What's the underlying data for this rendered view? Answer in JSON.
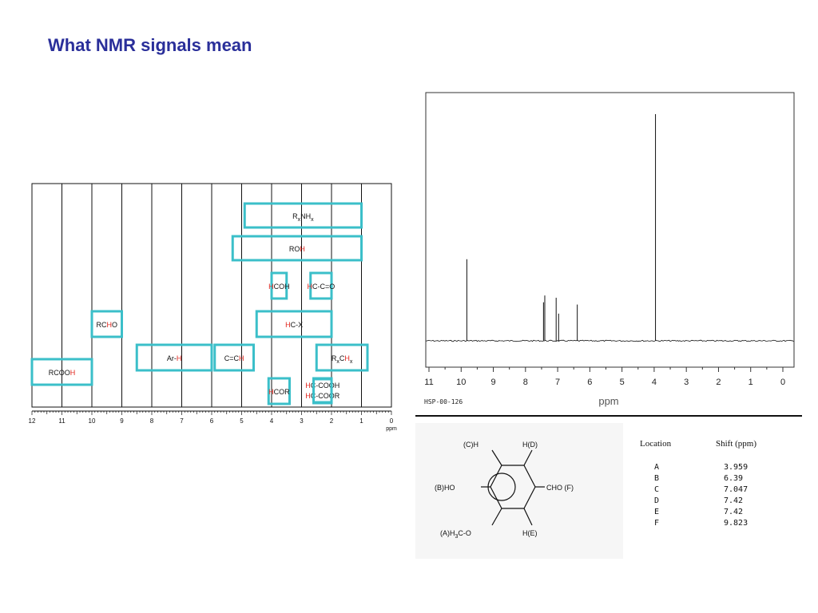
{
  "title": "What NMR signals mean",
  "correlation_chart": {
    "x_axis": {
      "unit": "ppm",
      "ticks": [
        "12",
        "11",
        "10",
        "9",
        "8",
        "7",
        "6",
        "5",
        "4",
        "3",
        "2",
        "1",
        "0"
      ]
    },
    "groups": [
      {
        "label_parts": [
          "R",
          "x",
          "NH",
          "x",
          ""
        ],
        "label_kind": "rnh",
        "range_ppm": [
          4.9,
          1.0
        ]
      },
      {
        "label_parts": [
          "RO",
          "H"
        ],
        "label_kind": "roh",
        "range_ppm": [
          5.3,
          1.0
        ]
      },
      {
        "label_parts": [
          "H",
          "COH"
        ],
        "label_kind": "h_first",
        "range_ppm": [
          4.0,
          3.5
        ]
      },
      {
        "label_parts": [
          "H",
          "C-C=O"
        ],
        "label_kind": "h_first",
        "range_ppm": [
          2.7,
          2.0
        ]
      },
      {
        "label_parts": [
          "RC",
          "H",
          "O"
        ],
        "label_kind": "mid_h",
        "range_ppm": [
          10.0,
          9.0
        ]
      },
      {
        "label_parts": [
          "H",
          "C-X"
        ],
        "label_kind": "h_first",
        "range_ppm": [
          4.5,
          2.0
        ]
      },
      {
        "label_parts": [
          "Ar-",
          "H"
        ],
        "label_kind": "end_h",
        "range_ppm": [
          8.5,
          6.0
        ]
      },
      {
        "label_parts": [
          "C=C",
          "H"
        ],
        "label_kind": "end_h",
        "range_ppm": [
          5.9,
          4.6
        ]
      },
      {
        "label_parts": [
          "R",
          "x",
          "C",
          "H",
          "x"
        ],
        "label_kind": "rch",
        "range_ppm": [
          2.5,
          0.8
        ]
      },
      {
        "label_parts": [
          "RCOO",
          "H"
        ],
        "label_kind": "end_h",
        "range_ppm": [
          12.0,
          10.0
        ]
      },
      {
        "label_parts": [
          "H",
          "COR"
        ],
        "label_kind": "h_first",
        "range_ppm": [
          4.1,
          3.4
        ]
      },
      {
        "label_parts": [
          "H",
          "C-COOH"
        ],
        "label_kind": "h_first",
        "range_ppm": [
          2.6,
          2.0
        ]
      },
      {
        "label_parts": [
          "H",
          "C-COOR"
        ],
        "label_kind": "h_first",
        "range_ppm": [
          2.6,
          2.0
        ]
      }
    ],
    "colors": {
      "box": "#3bbfc9",
      "highlight": "#e0241c",
      "text": "#111111"
    }
  },
  "spectrum": {
    "x_axis": {
      "label": "ppm",
      "ticks": [
        "11",
        "10",
        "9",
        "8",
        "7",
        "6",
        "5",
        "4",
        "3",
        "2",
        "1",
        "0"
      ],
      "range": [
        11,
        0
      ]
    },
    "id_label": "HSP-00-126",
    "peaks": [
      {
        "ppm": 9.823,
        "height": 0.36
      },
      {
        "ppm": 7.44,
        "height": 0.17
      },
      {
        "ppm": 7.4,
        "height": 0.2
      },
      {
        "ppm": 7.047,
        "height": 0.19
      },
      {
        "ppm": 6.97,
        "height": 0.12
      },
      {
        "ppm": 6.39,
        "height": 0.16
      },
      {
        "ppm": 3.959,
        "height": 1.0
      }
    ]
  },
  "structure": {
    "labels": {
      "c": "(C)H",
      "d": "H(D)",
      "b": "(B)HO",
      "f": "CHO  (F)",
      "a_prefix": "(A)H",
      "a_sub": "3",
      "a_suffix": "C-O",
      "e": "H(E)"
    }
  },
  "shift_table": {
    "headers": [
      "Location",
      "Shift (ppm)"
    ],
    "rows": [
      {
        "loc": "A",
        "shift": "3.959"
      },
      {
        "loc": "B",
        "shift": "6.39"
      },
      {
        "loc": "C",
        "shift": "7.047"
      },
      {
        "loc": "D",
        "shift": "7.42"
      },
      {
        "loc": "E",
        "shift": "7.42"
      },
      {
        "loc": "F",
        "shift": "9.823"
      }
    ]
  }
}
